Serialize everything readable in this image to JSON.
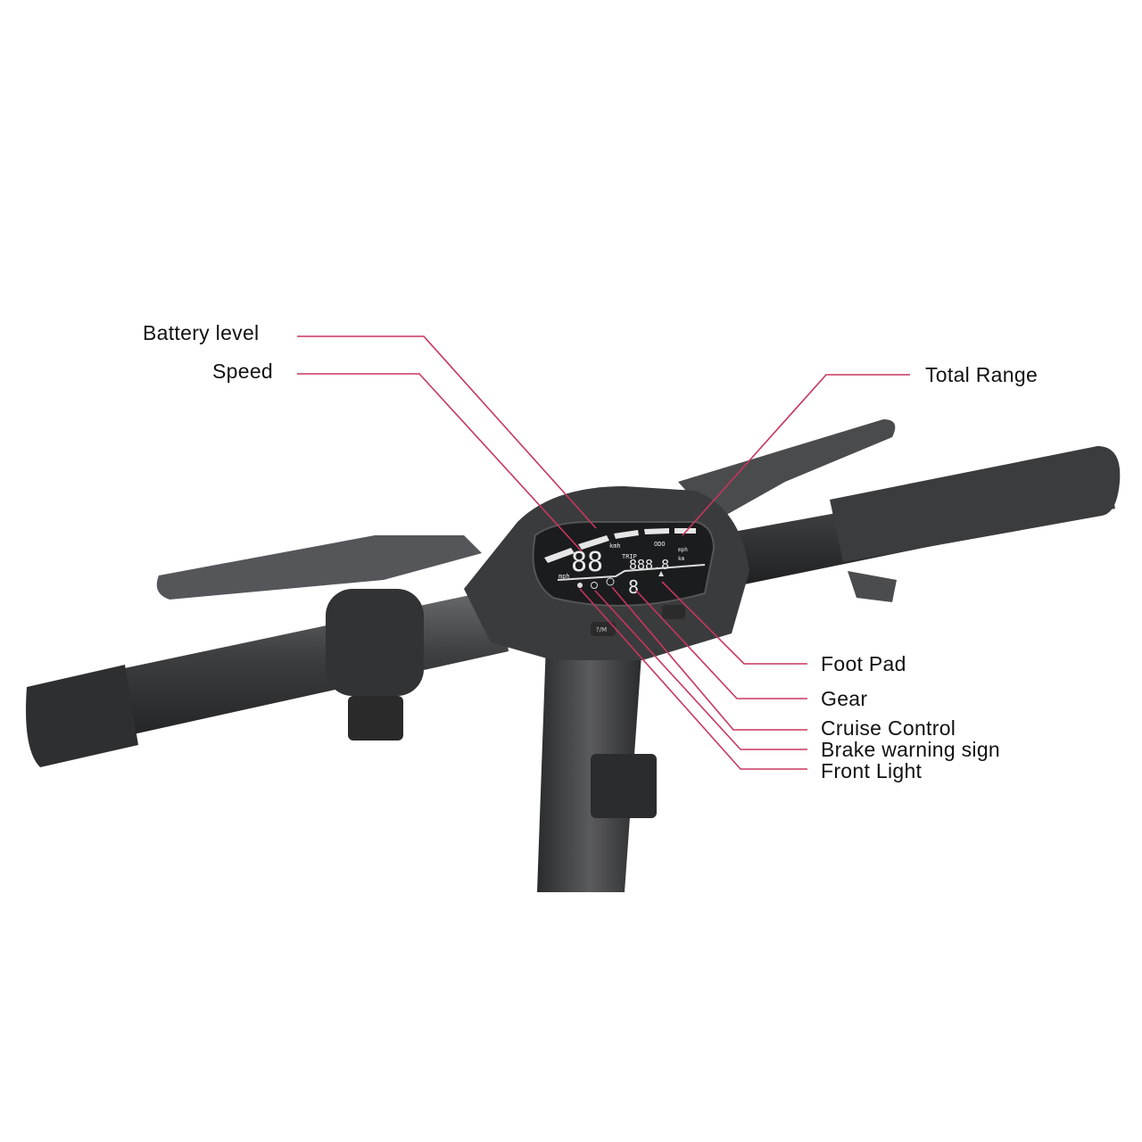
{
  "labels": {
    "battery_level": "Battery level",
    "speed": "Speed",
    "total_range": "Total Range",
    "foot_pad": "Foot Pad",
    "gear": "Gear",
    "cruise_control": "Cruise Control",
    "brake_warning": "Brake warning sign",
    "front_light": "Front Light"
  },
  "display": {
    "speed_digits": "88",
    "speed_unit_kmh": "kmh",
    "speed_unit_mph": "mph",
    "trip_label": "TRIP",
    "odo_label": "ODO",
    "range_digits": "888.8",
    "range_unit_mph": "mph",
    "range_unit_km": "km",
    "gear_digit": "8",
    "mode_button": "?/M"
  },
  "colors": {
    "leader_line": "#c8365e",
    "body": "#3a3b3d",
    "label_text": "#111111"
  }
}
